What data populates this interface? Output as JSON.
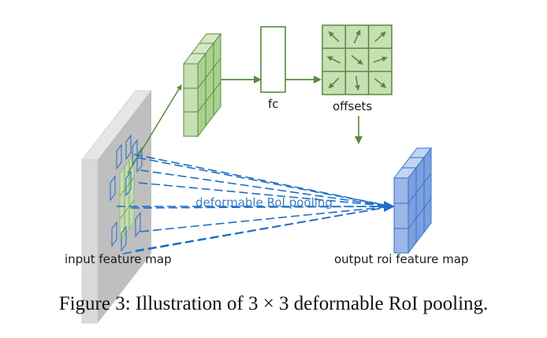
{
  "labels": {
    "fc": "fc",
    "offsets": "offsets",
    "pooling": "deformable RoI pooling",
    "input": "input feature map",
    "output": "output roi feature map"
  },
  "caption": "Figure 3: Illustration of 3 × 3 deformable RoI pooling.",
  "colors": {
    "green_stroke": "#5a8a3a",
    "green_fill": "#c6e0b4",
    "green_fill_dark": "#a9d18e",
    "blue_stroke": "#2e75c8",
    "blue_fill": "#9db7e8",
    "blue_fill_dark": "#7d9fe0",
    "slab_front": "#d9d9d9",
    "slab_side": "#bfbfbf",
    "dash_blue": "#1f6fc5"
  },
  "offset_arrows": [
    {
      "row": 0,
      "col": 0,
      "dir": "up-left"
    },
    {
      "row": 0,
      "col": 1,
      "dir": "up-right-steep"
    },
    {
      "row": 0,
      "col": 2,
      "dir": "up-right"
    },
    {
      "row": 1,
      "col": 0,
      "dir": "left-up"
    },
    {
      "row": 1,
      "col": 1,
      "dir": "down-right"
    },
    {
      "row": 1,
      "col": 2,
      "dir": "right-up"
    },
    {
      "row": 2,
      "col": 0,
      "dir": "down-left"
    },
    {
      "row": 2,
      "col": 1,
      "dir": "down"
    },
    {
      "row": 2,
      "col": 2,
      "dir": "down-right"
    }
  ]
}
